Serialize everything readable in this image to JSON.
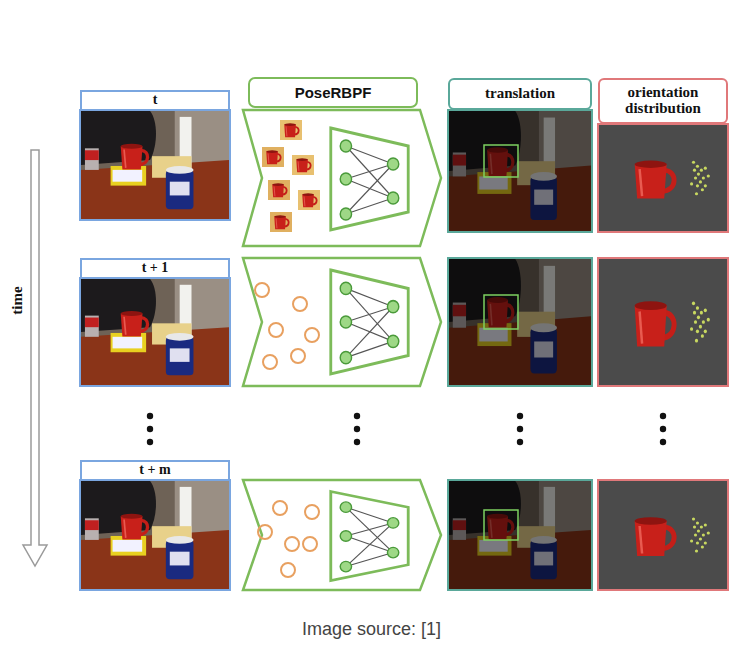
{
  "diagram": {
    "caption": "Image source: [1]",
    "nodes": [
      {
        "text": [
          "t"
        ]
      },
      {
        "text": [
          "PoseRBPF"
        ]
      },
      {
        "text": [
          "translation"
        ]
      },
      {
        "text": [
          "orientation distribution"
        ]
      },
      {
        "text": [
          "t + 1"
        ]
      },
      {
        "text": [
          "t + m"
        ]
      }
    ],
    "labels": [
      "time"
    ]
  }
}
